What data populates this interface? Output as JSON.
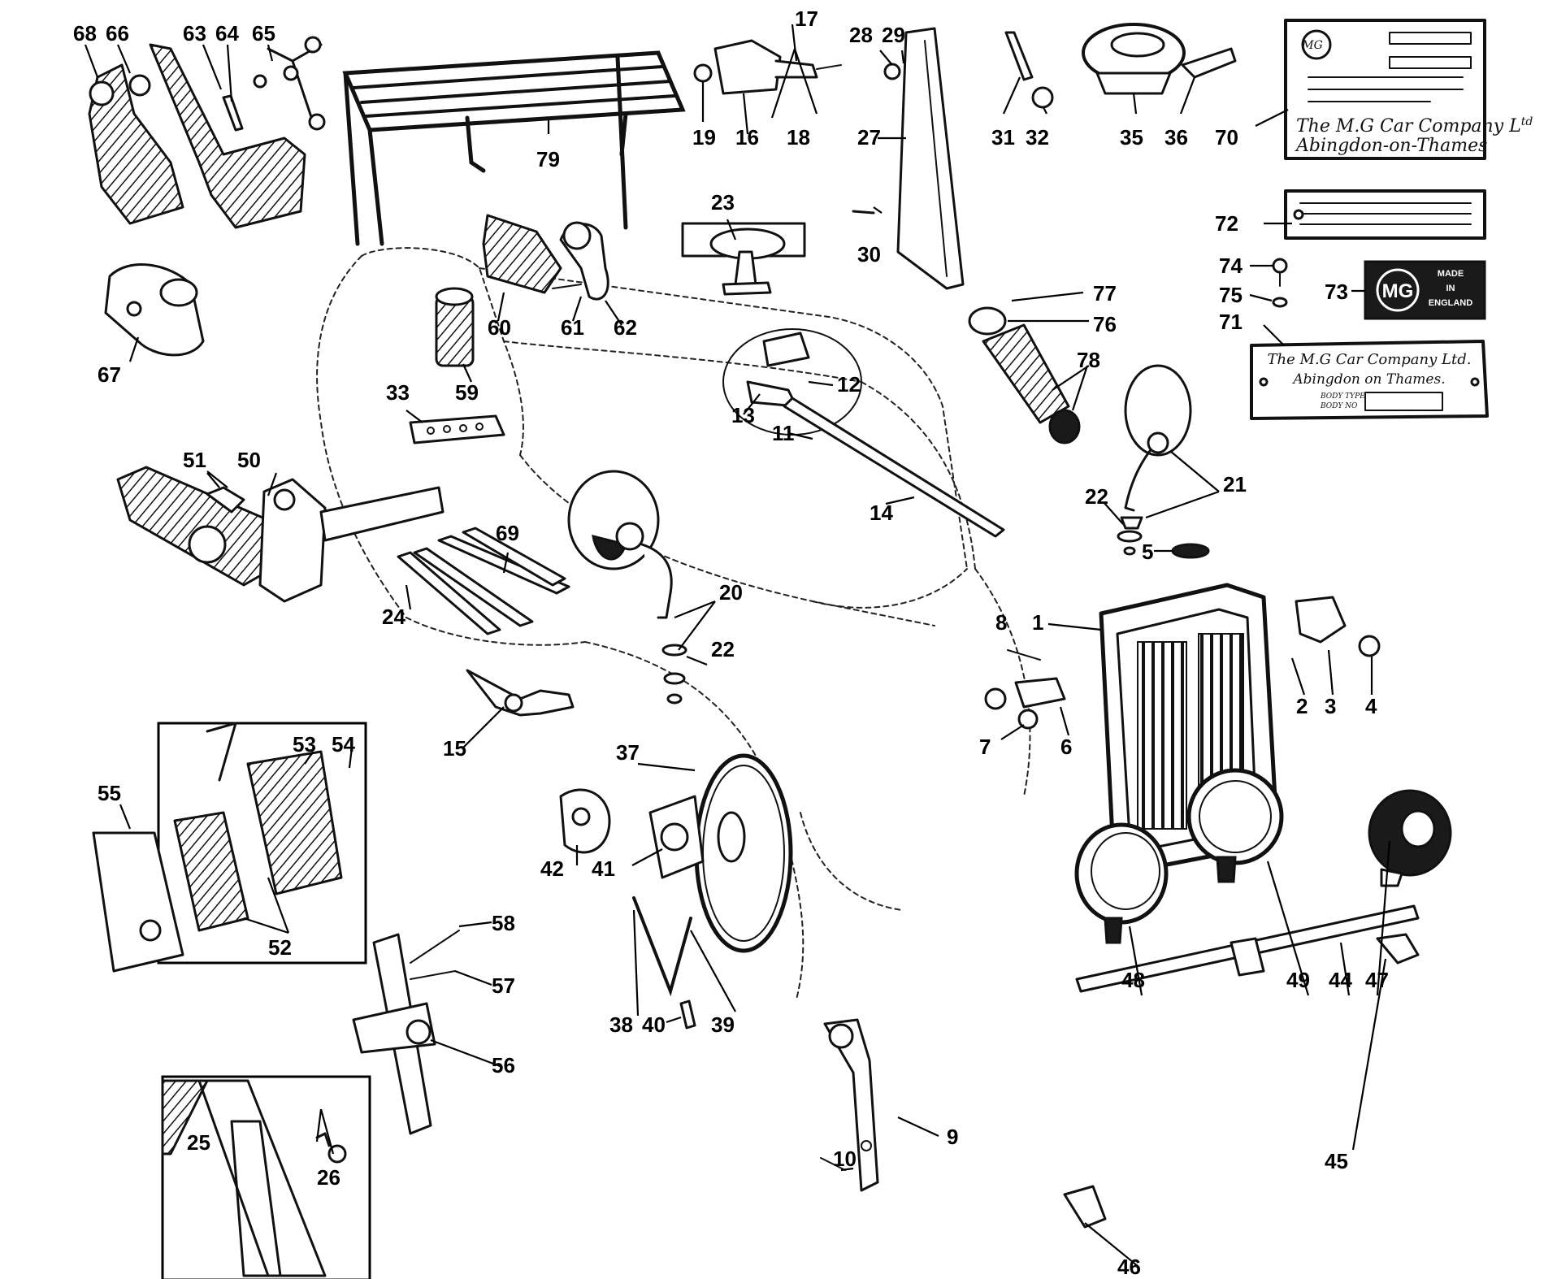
{
  "callouts": [
    {
      "n": "1"
    },
    {
      "n": "2"
    },
    {
      "n": "3"
    },
    {
      "n": "4"
    },
    {
      "n": "5"
    },
    {
      "n": "6"
    },
    {
      "n": "7"
    },
    {
      "n": "8"
    },
    {
      "n": "9"
    },
    {
      "n": "10"
    },
    {
      "n": "11"
    },
    {
      "n": "12"
    },
    {
      "n": "13"
    },
    {
      "n": "14"
    },
    {
      "n": "15"
    },
    {
      "n": "16"
    },
    {
      "n": "17"
    },
    {
      "n": "18"
    },
    {
      "n": "19"
    },
    {
      "n": "20"
    },
    {
      "n": "21"
    },
    {
      "n": "22"
    },
    {
      "n": "22"
    },
    {
      "n": "23"
    },
    {
      "n": "24"
    },
    {
      "n": "25"
    },
    {
      "n": "26"
    },
    {
      "n": "27"
    },
    {
      "n": "28"
    },
    {
      "n": "29"
    },
    {
      "n": "30"
    },
    {
      "n": "31"
    },
    {
      "n": "32"
    },
    {
      "n": "33"
    },
    {
      "n": "35"
    },
    {
      "n": "36"
    },
    {
      "n": "37"
    },
    {
      "n": "38"
    },
    {
      "n": "39"
    },
    {
      "n": "40"
    },
    {
      "n": "41"
    },
    {
      "n": "42"
    },
    {
      "n": "44"
    },
    {
      "n": "45"
    },
    {
      "n": "46"
    },
    {
      "n": "47"
    },
    {
      "n": "48"
    },
    {
      "n": "49"
    },
    {
      "n": "50"
    },
    {
      "n": "51"
    },
    {
      "n": "52"
    },
    {
      "n": "53"
    },
    {
      "n": "54"
    },
    {
      "n": "55"
    },
    {
      "n": "56"
    },
    {
      "n": "57"
    },
    {
      "n": "58"
    },
    {
      "n": "59"
    },
    {
      "n": "60"
    },
    {
      "n": "61"
    },
    {
      "n": "62"
    },
    {
      "n": "63"
    },
    {
      "n": "64"
    },
    {
      "n": "65"
    },
    {
      "n": "66"
    },
    {
      "n": "67"
    },
    {
      "n": "68"
    },
    {
      "n": "69"
    },
    {
      "n": "70"
    },
    {
      "n": "71"
    },
    {
      "n": "72"
    },
    {
      "n": "73"
    },
    {
      "n": "74"
    },
    {
      "n": "75"
    },
    {
      "n": "76"
    },
    {
      "n": "77"
    },
    {
      "n": "78"
    },
    {
      "n": "79"
    }
  ],
  "plates": {
    "chassis_plate": {
      "line1": "The M.G Car Company L",
      "line1_sup": "td",
      "line2": "Abingdon-on-Thames"
    },
    "body_plate": {
      "line1": "The M.G Car Company Ltd.",
      "line2": "Abingdon on Thames.",
      "row1": "BODY TYPE",
      "row2": "BODY NO"
    },
    "badge": {
      "logo": "MG",
      "line1": "MADE",
      "line2": "IN",
      "line3": "ENGLAND"
    }
  },
  "colors": {
    "ink": "#111111",
    "paper": "#ffffff"
  }
}
